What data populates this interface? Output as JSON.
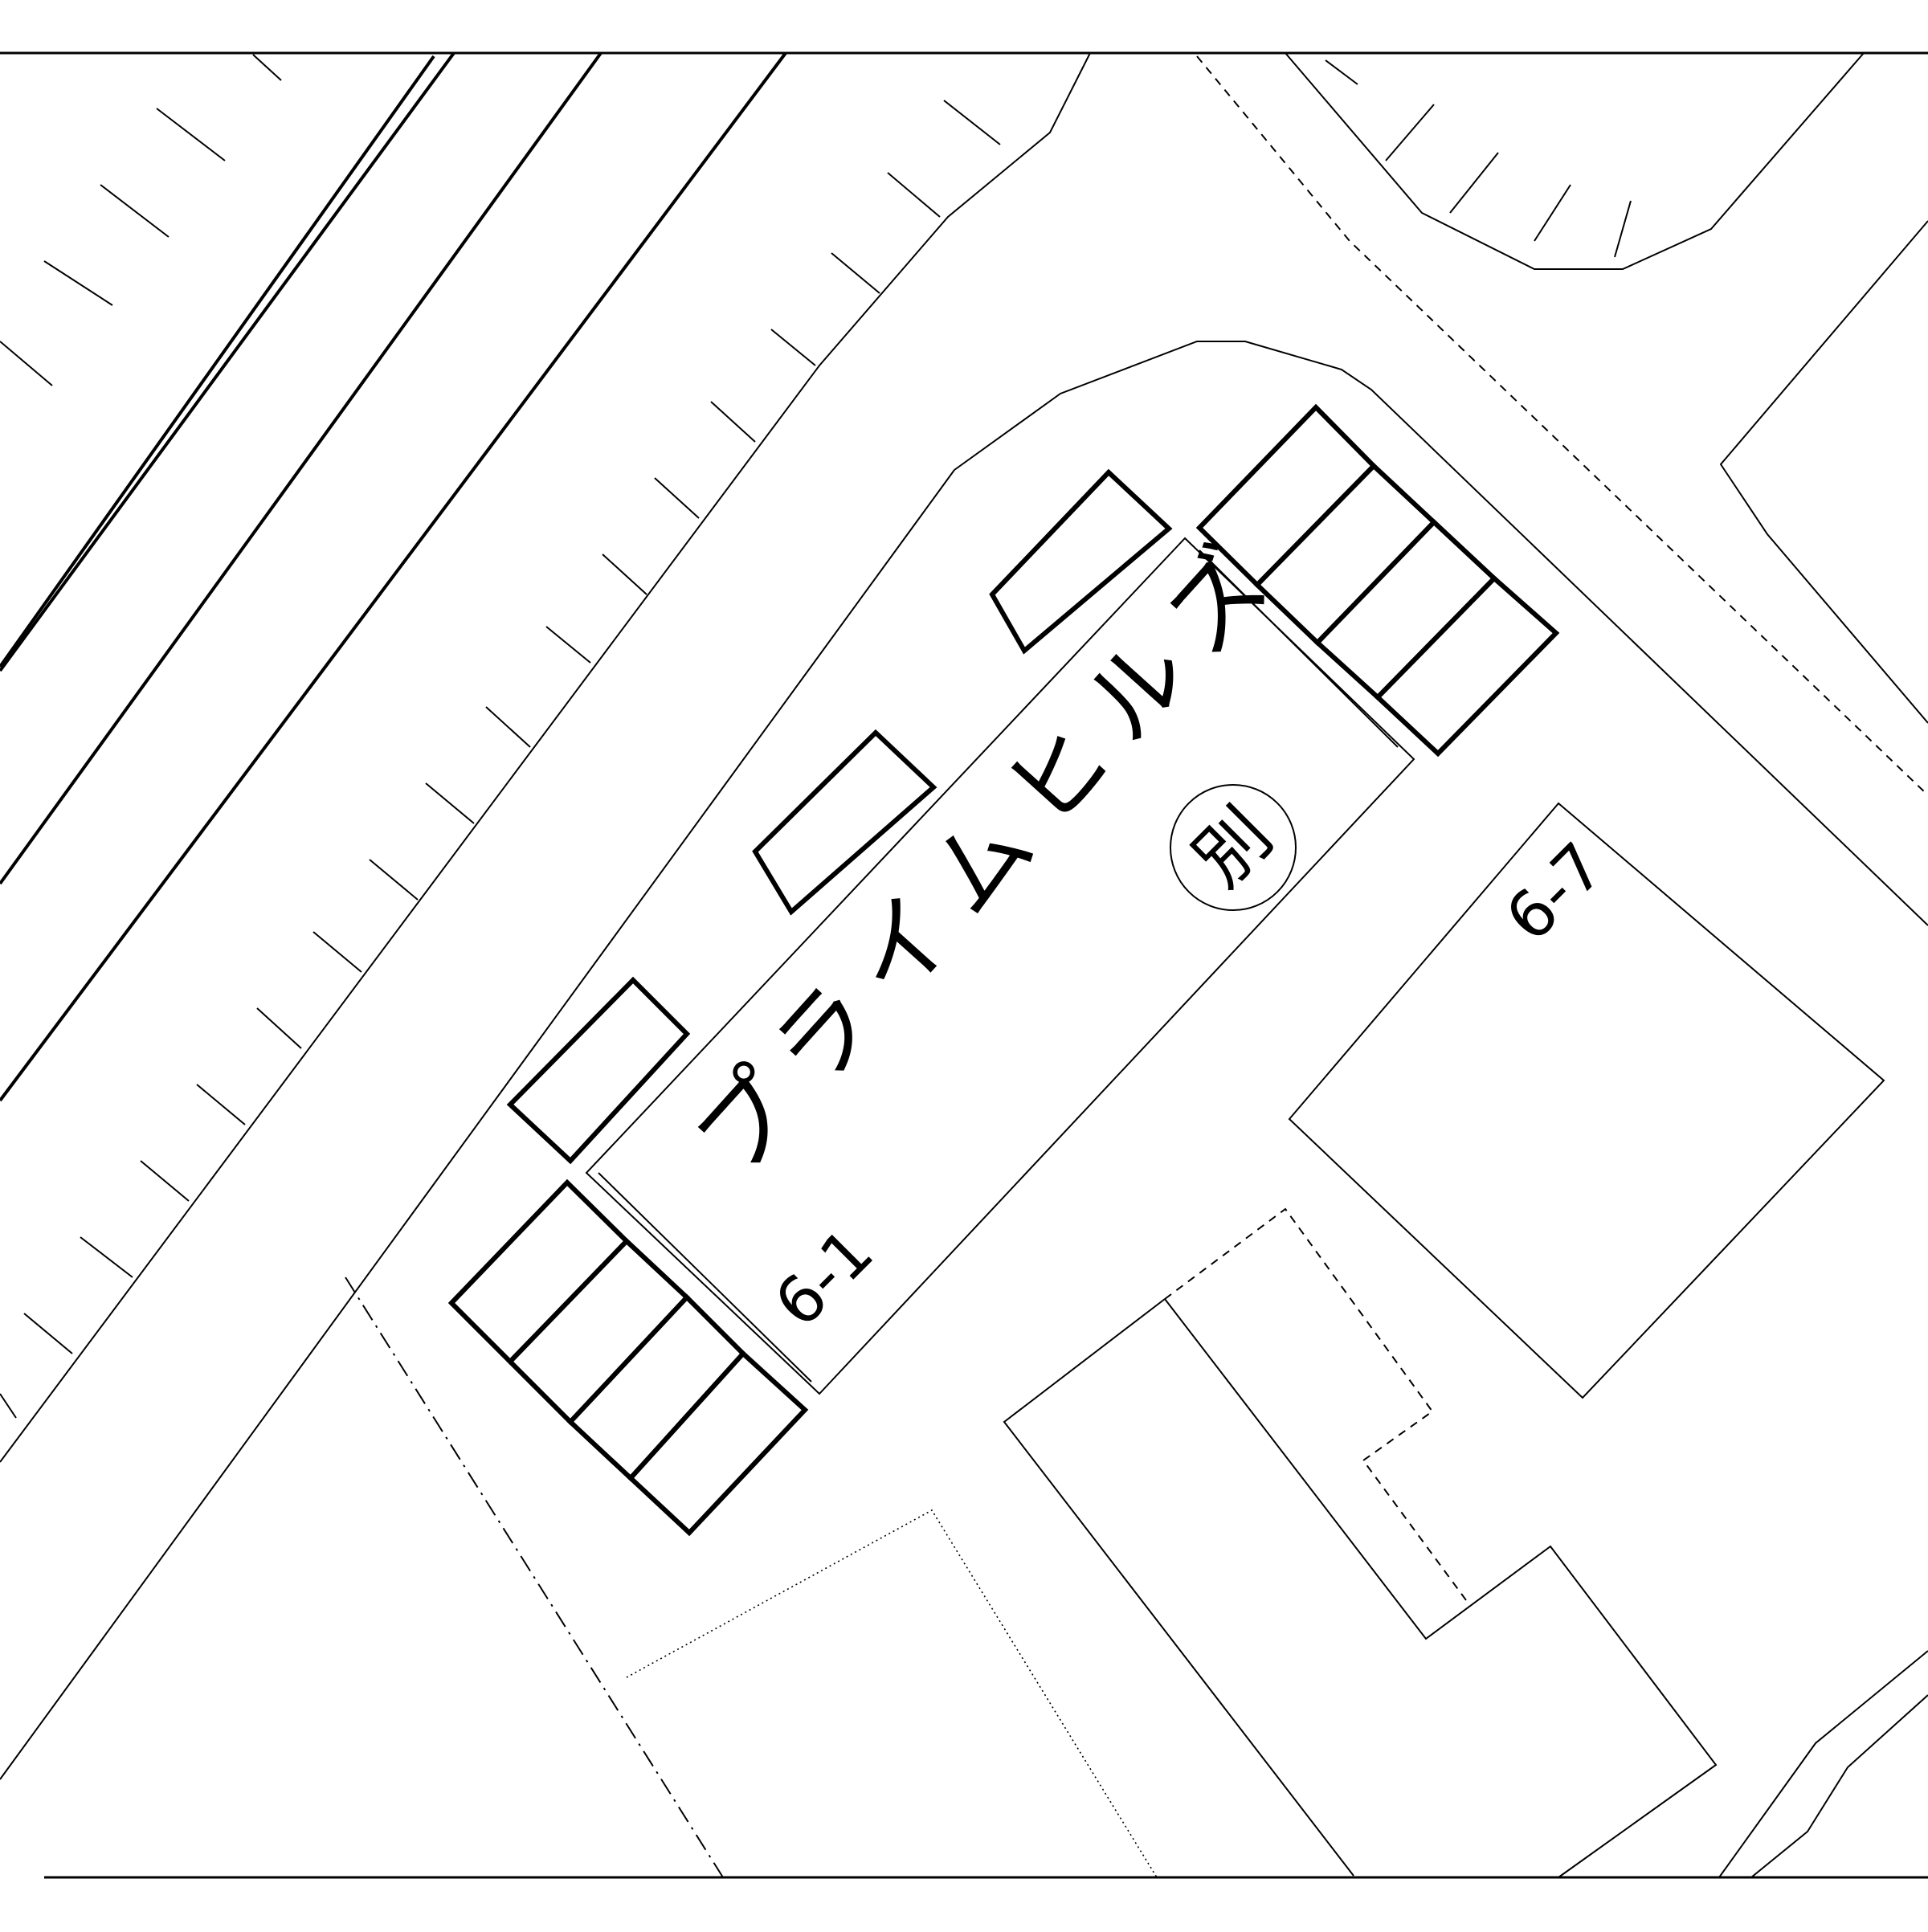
{
  "map": {
    "building_name": "プライムヒルズ",
    "building_mark": "別",
    "parcels": [
      {
        "id": "parcel-6-1",
        "label": "6-1"
      },
      {
        "id": "parcel-6-7",
        "label": "6-7"
      }
    ],
    "colors": {
      "line": "#000000",
      "background": "#ffffff"
    }
  }
}
